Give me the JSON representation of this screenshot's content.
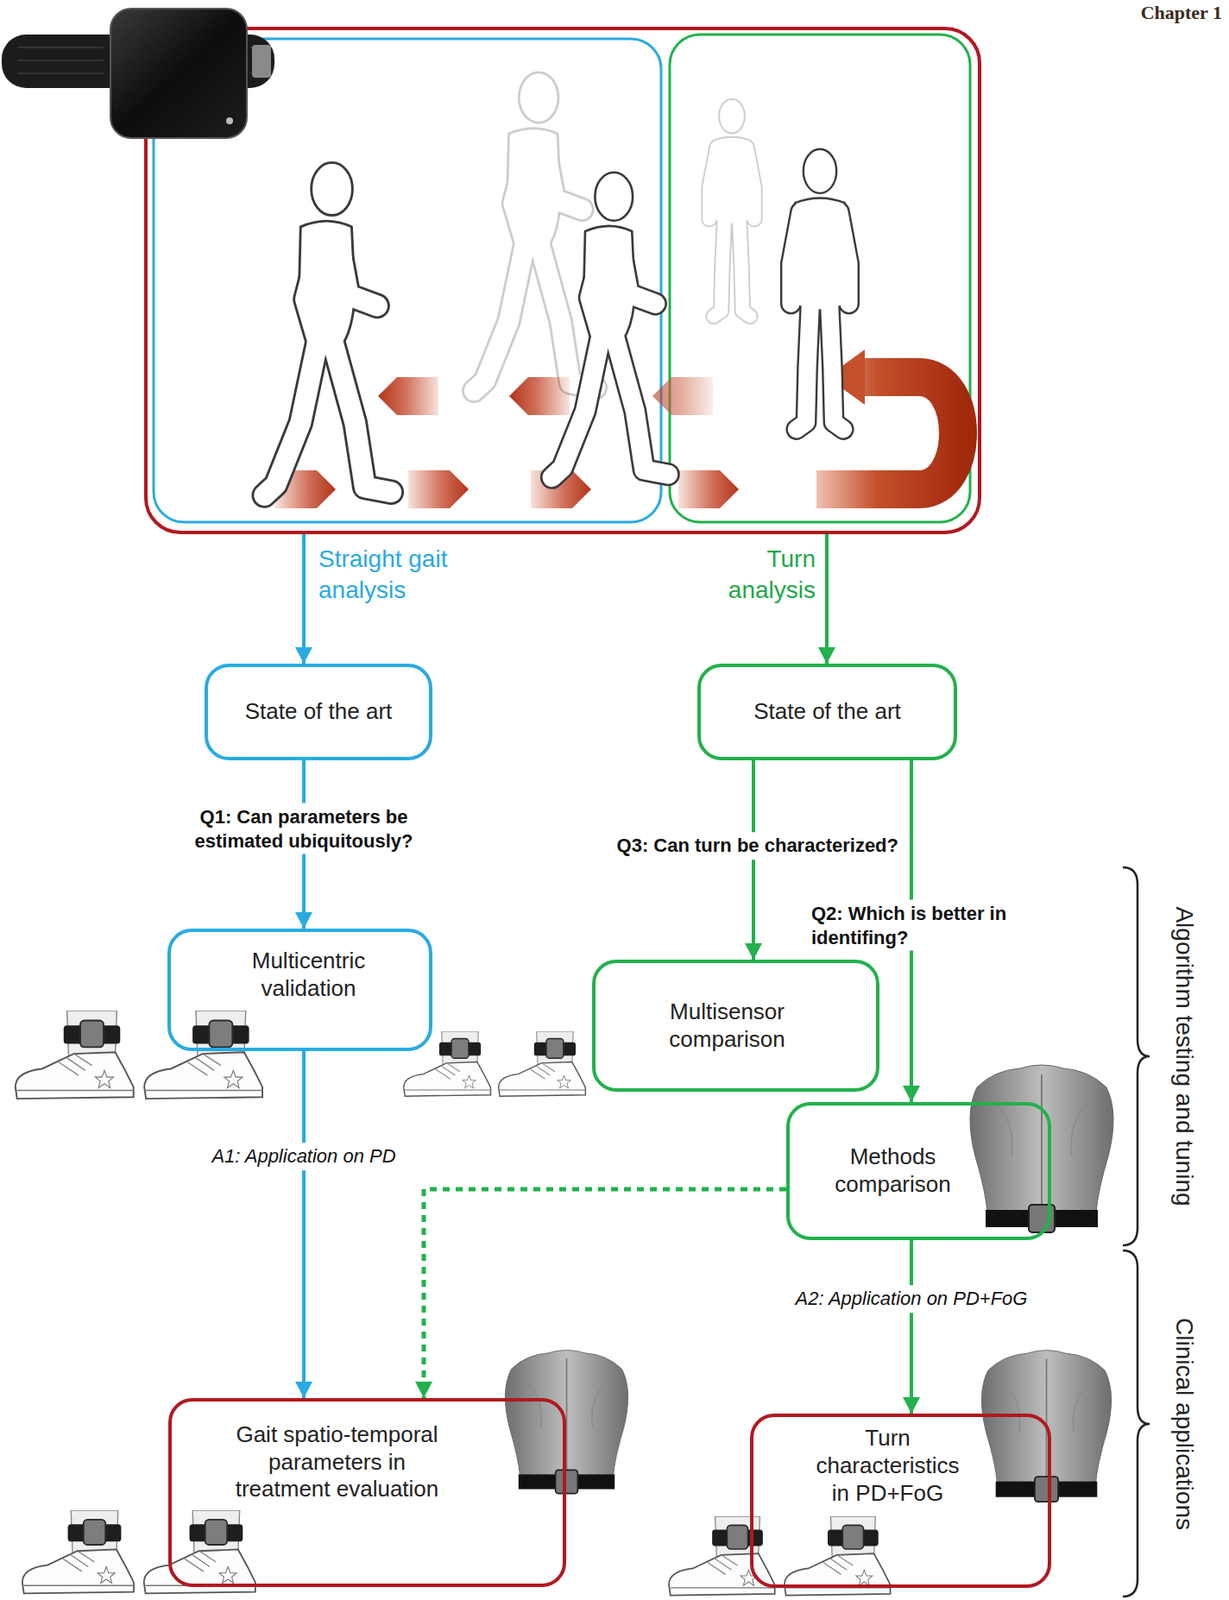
{
  "diagram": {
    "nodes": [
      {
        "text": [
          "State of the art"
        ]
      },
      {
        "text": [
          "State of the art"
        ]
      },
      {
        "text": [
          "Multicentric validation"
        ]
      },
      {
        "text": [
          "Multisensor comparison"
        ]
      },
      {
        "text": [
          "Methods comparison"
        ]
      },
      {
        "text": [
          "Gait spatio-temporal parameters in treatment evaluation"
        ]
      },
      {
        "text": [
          "Turn characteristics in PD+FoG"
        ]
      }
    ],
    "edges": [
      {
        "from": 0,
        "to": 2,
        "label": "Q1: Can parameters be estimated ubiquitously?",
        "arrow": "to"
      },
      {
        "from": 1,
        "to": 3,
        "label": "Q3: Can turn be characterized?",
        "arrow": "to"
      },
      {
        "from": 1,
        "to": 4,
        "label": "Q2: Which is better in identifing?",
        "arrow": "to"
      },
      {
        "from": 2,
        "to": 5,
        "label": "A1: Application on PD",
        "arrow": "to"
      },
      {
        "from": 4,
        "to": 5,
        "arrow": "to"
      },
      {
        "from": 4,
        "to": 6,
        "label": "A2: Application on PD+FoG",
        "arrow": "to"
      }
    ],
    "labels": [
      "Chapter 1",
      "Straight gait analysis",
      "Turn analysis",
      "Algorithm testing and tuning",
      "Clinical applications"
    ]
  }
}
